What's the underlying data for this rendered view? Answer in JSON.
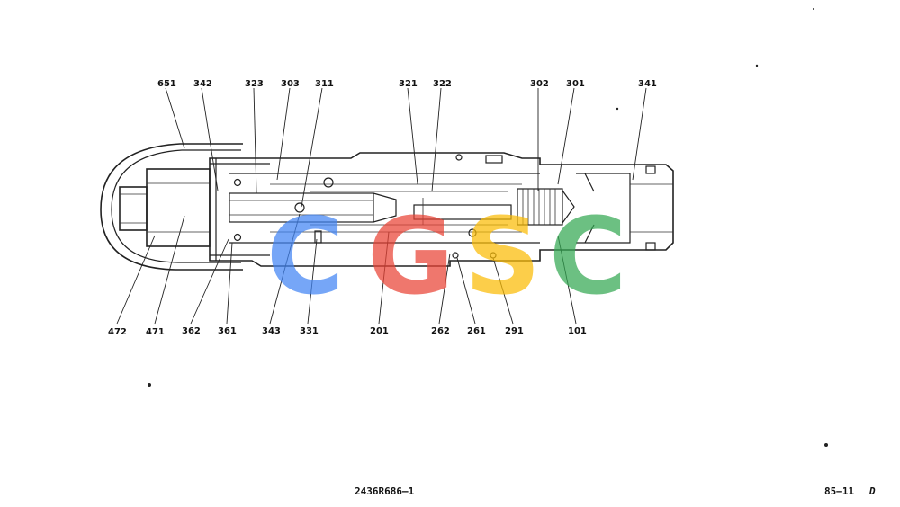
{
  "diagram": {
    "drawing_number": "2436R686—1",
    "page_number": "85—11",
    "page_mark": "D",
    "callouts": {
      "top": [
        "651",
        "342",
        "323",
        "303",
        "311",
        "321",
        "322",
        "302",
        "301",
        "341"
      ],
      "bottom": [
        "472",
        "471",
        "362",
        "361",
        "343",
        "331",
        "201",
        "262",
        "261",
        "291",
        "101"
      ]
    },
    "watermark": {
      "letters": [
        "C",
        "G",
        "S",
        "C"
      ],
      "colors": [
        "#4285F4",
        "#EA4335",
        "#FBBC05",
        "#34A853"
      ]
    }
  }
}
